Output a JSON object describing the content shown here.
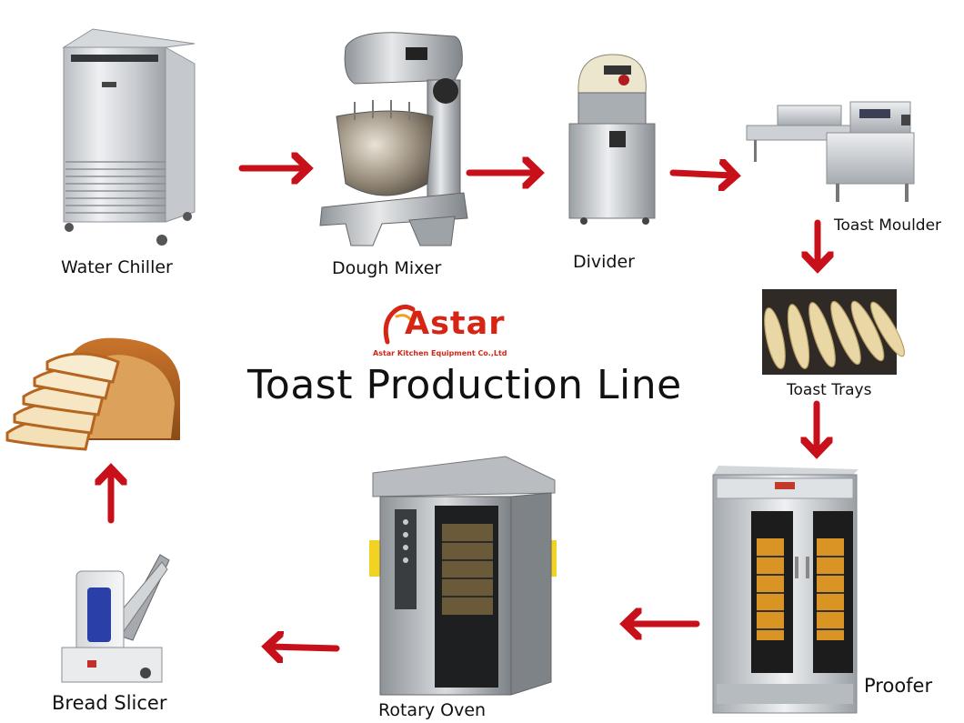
{
  "brand": {
    "name": "Astar",
    "company": "Astar Kitchen Equipment Co.,Ltd",
    "color": "#d62415"
  },
  "title": "Toast Production Line",
  "arrow_color": "#c8101a",
  "steps": [
    {
      "id": "water-chiller",
      "label": "Water Chiller"
    },
    {
      "id": "dough-mixer",
      "label": "Dough Mixer"
    },
    {
      "id": "divider",
      "label": "Divider"
    },
    {
      "id": "toast-moulder",
      "label": "Toast Moulder"
    },
    {
      "id": "toast-trays",
      "label": "Toast Trays"
    },
    {
      "id": "proofer",
      "label": "Proofer"
    },
    {
      "id": "rotary-oven",
      "label": "Rotary Oven"
    },
    {
      "id": "bread-slicer",
      "label": "Bread Slicer"
    }
  ],
  "icons": {
    "arrow": "arrow-icon",
    "logo": "astar-logo"
  }
}
